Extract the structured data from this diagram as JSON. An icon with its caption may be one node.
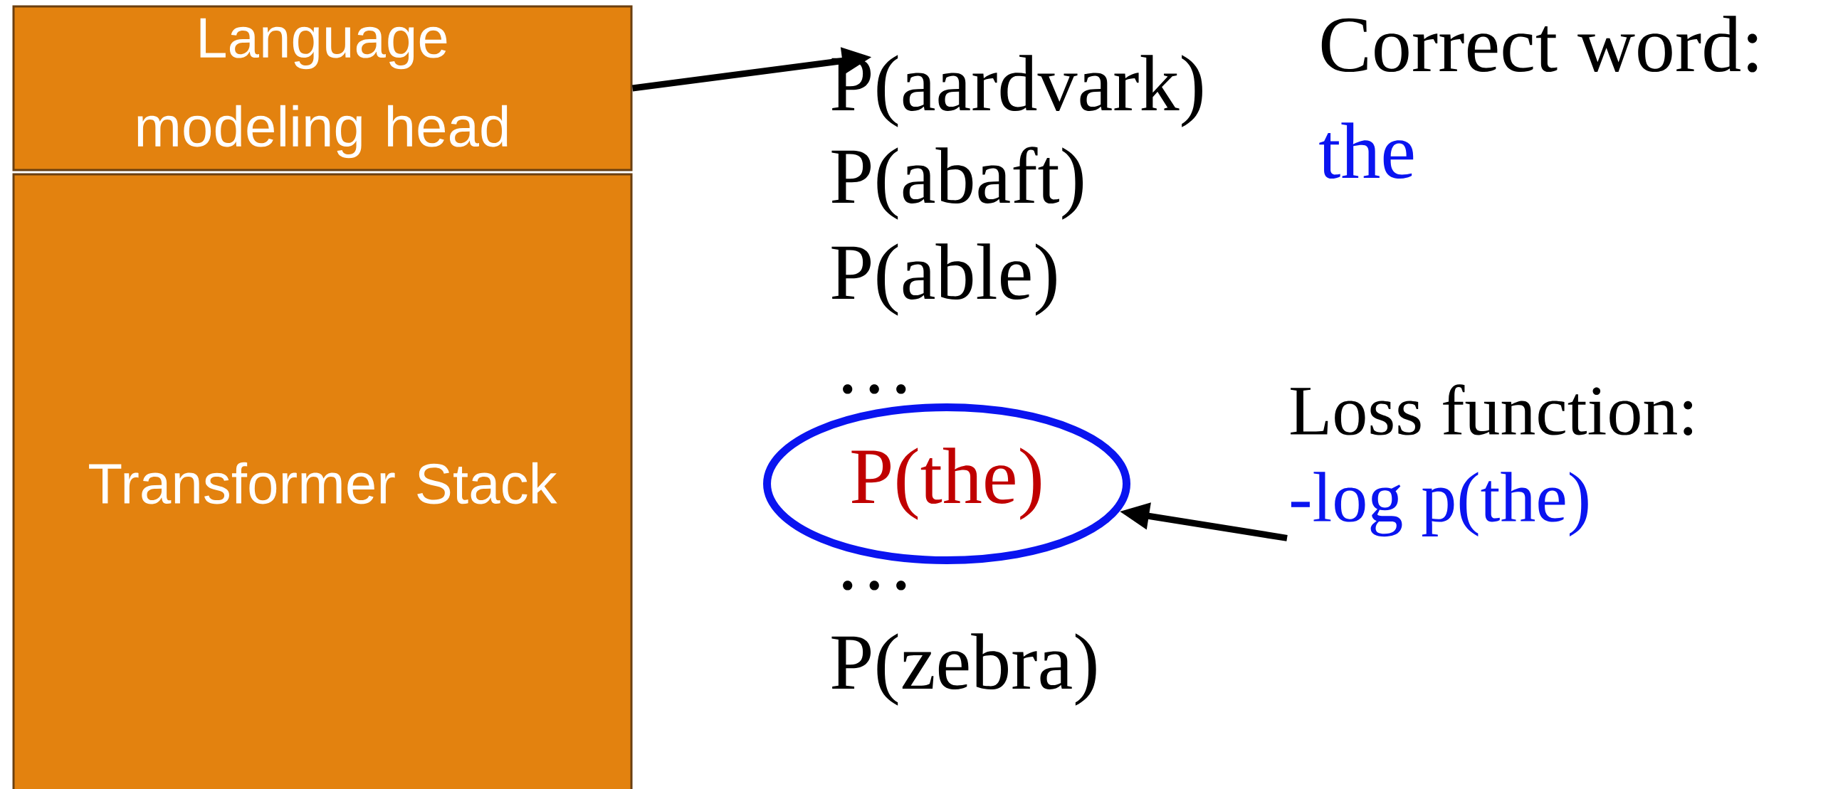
{
  "diagram": {
    "nodes": [
      {
        "text": [
          "Language modeling head"
        ]
      },
      {
        "text": [
          "Transformer Stack"
        ]
      },
      {
        "text": [
          "P(aardvark)"
        ]
      },
      {
        "text": [
          "P(the)"
        ]
      },
      {
        "text": [
          "Loss function:",
          "-log p(the)"
        ]
      }
    ],
    "edges": [
      {
        "from": 0,
        "to": 2,
        "arrow": "to"
      },
      {
        "from": 4,
        "to": 3,
        "arrow": "to"
      }
    ],
    "labels": [
      "Correct word:",
      "the",
      "P(abaft)",
      "P(able)",
      "…",
      "…",
      "P(zebra)"
    ]
  }
}
